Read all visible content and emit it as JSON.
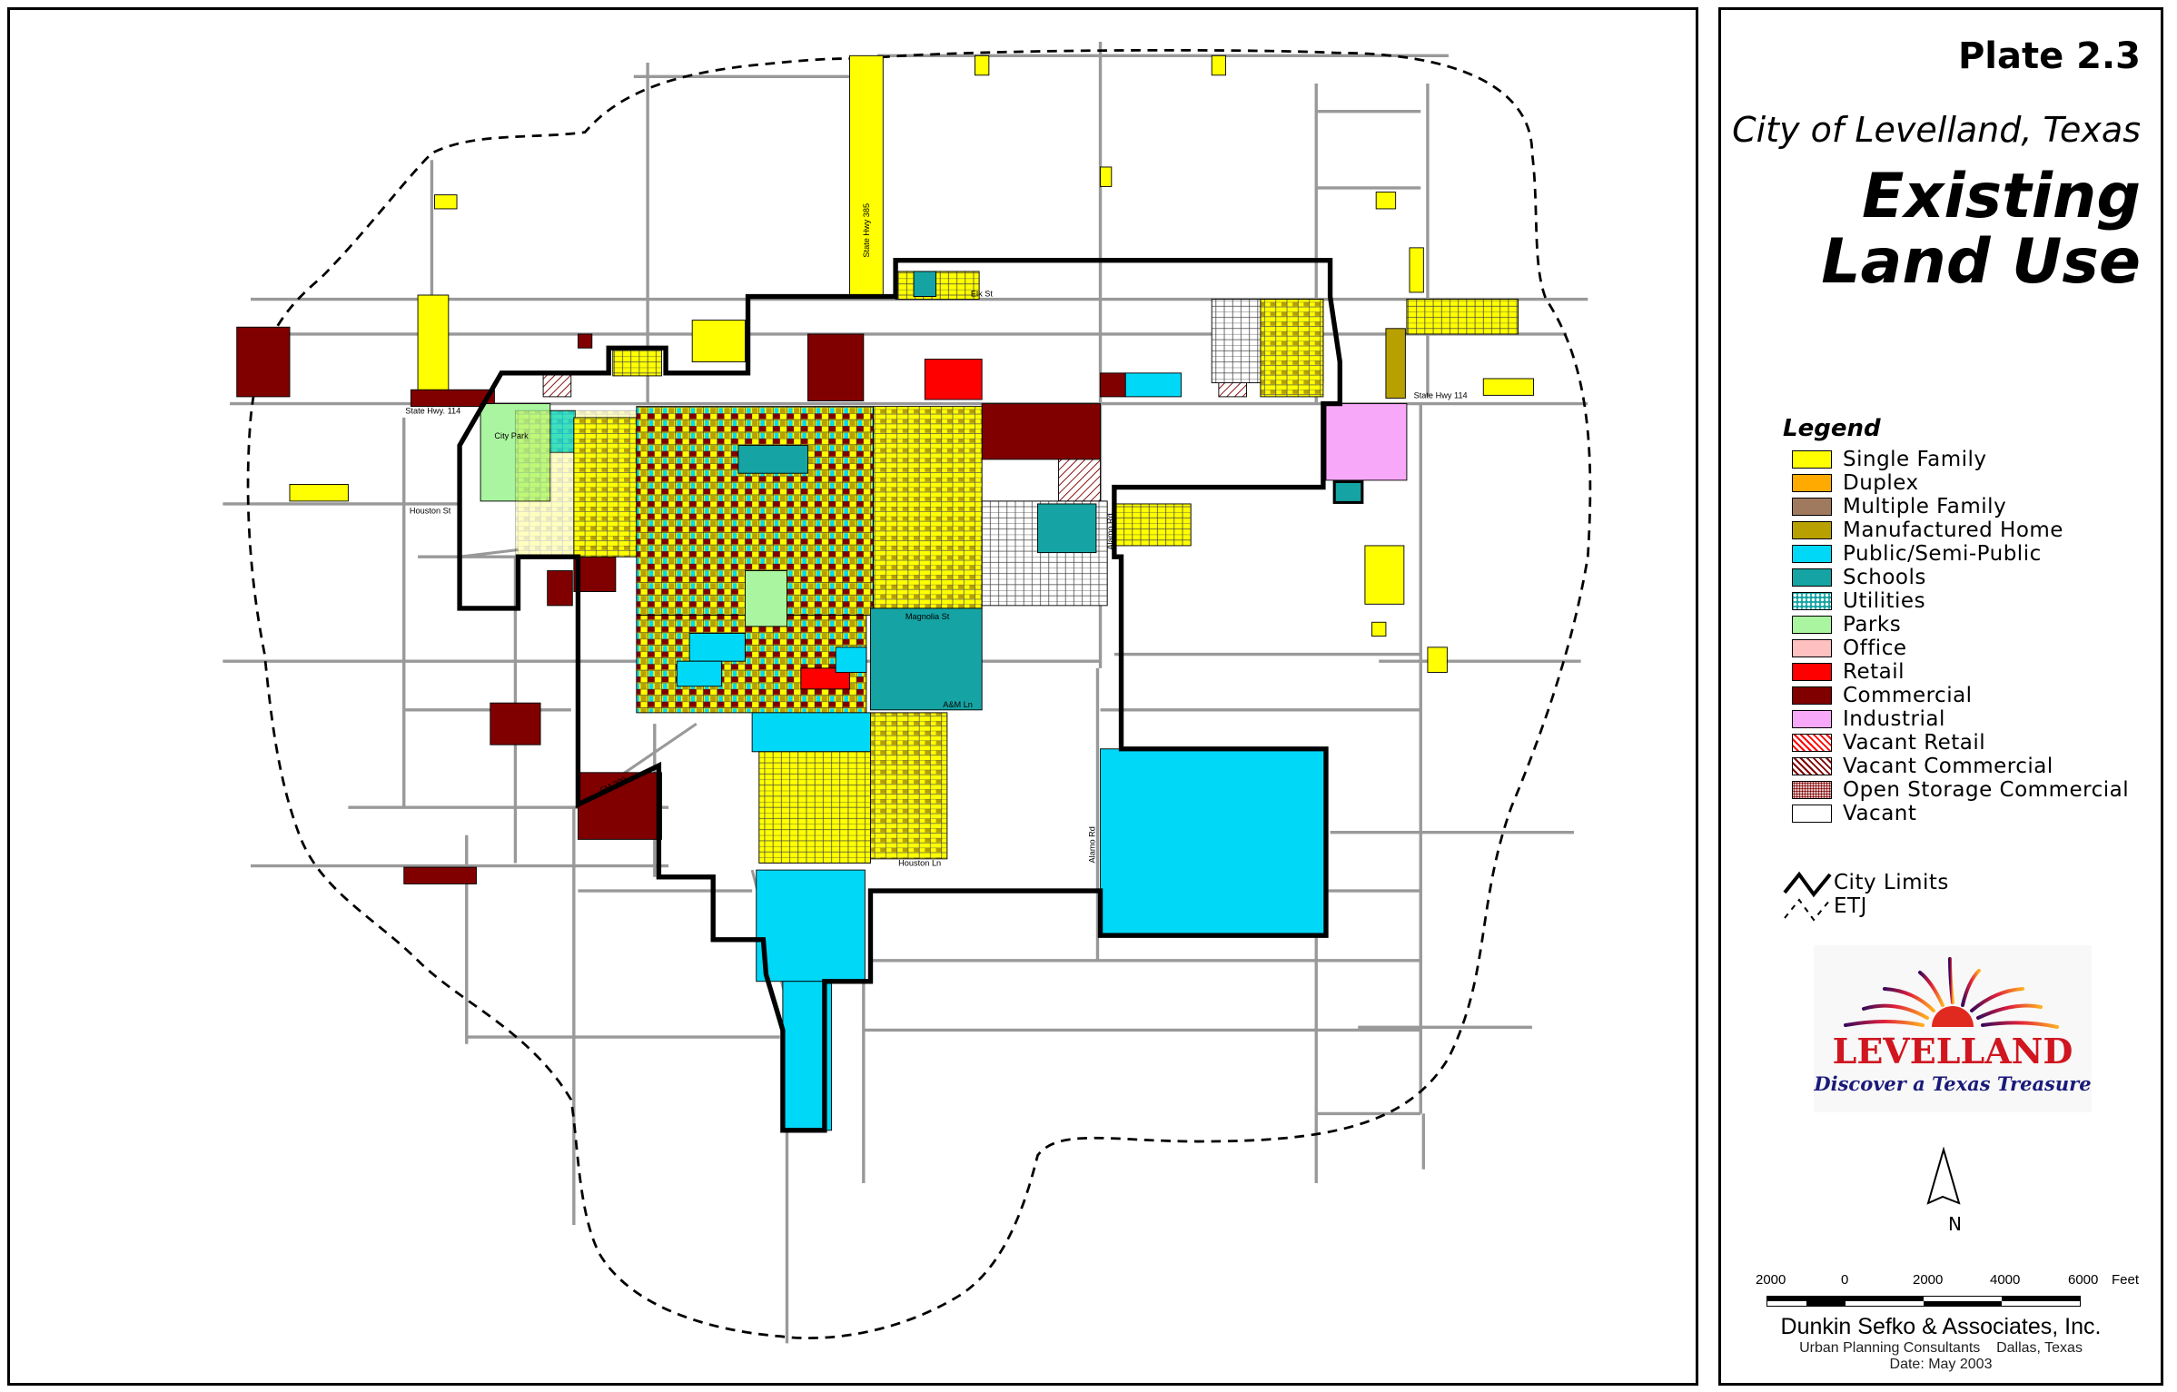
{
  "header": {
    "plate": "Plate 2.3",
    "city": "City of Levelland, Texas",
    "title_line1": "Existing",
    "title_line2": "Land Use"
  },
  "legend": {
    "title": "Legend",
    "items": [
      {
        "label": "Single Family",
        "color": "#ffff00"
      },
      {
        "label": "Duplex",
        "color": "#ffaa00"
      },
      {
        "label": "Multiple Family",
        "color": "#a07a5e"
      },
      {
        "label": "Manufactured Home",
        "color": "#b8a000"
      },
      {
        "label": "Public/Semi-Public",
        "color": "#00d8f8"
      },
      {
        "label": "Schools",
        "color": "#16a3a3"
      },
      {
        "label": "Utilities",
        "color": "#16a3a3",
        "pattern": "dots"
      },
      {
        "label": "Parks",
        "color": "#aaf5a0"
      },
      {
        "label": "Office",
        "color": "#ffc0c0"
      },
      {
        "label": "Retail",
        "color": "#ff0000"
      },
      {
        "label": "Commercial",
        "color": "#800000"
      },
      {
        "label": "Industrial",
        "color": "#f8a8f8"
      },
      {
        "label": "Vacant Retail",
        "color": "#ff0000",
        "pattern": "hatch"
      },
      {
        "label": "Vacant Commercial",
        "color": "#800000",
        "pattern": "hatch"
      },
      {
        "label": "Open Storage Commercial",
        "color": "#800000",
        "pattern": "stipple"
      },
      {
        "label": "Vacant",
        "color": "#ffffff"
      }
    ],
    "lines": [
      {
        "label": "City Limits"
      },
      {
        "label": "ETJ"
      }
    ]
  },
  "logo": {
    "name": "LEVELLAND",
    "tagline": "Discover a Texas Treasure"
  },
  "north_arrow": {
    "label": "N"
  },
  "scale_bar": {
    "ticks": [
      "2000",
      "0",
      "2000",
      "4000",
      "6000"
    ],
    "unit": "Feet"
  },
  "credits": {
    "firm": "Dunkin Sefko & Associates, Inc.",
    "subtitle": "Urban Planning Consultants    Dallas, Texas",
    "date": "Date: May 2003"
  },
  "map": {
    "street_labels": {
      "hwy114_west": "State Hwy. 114",
      "hwy114_east": "State Hwy 114",
      "hwy385": "State Hwy 385",
      "houston_st": "Houston St",
      "elk_st": "Elk St",
      "alamo_rd": "Alamo Rd",
      "alamo_rd_south": "Alamo Rd",
      "magnolia_st": "Magnolia St",
      "am_ln": "A&M Ln",
      "houston_ln": "Houston Ln",
      "fm300": "FM 300",
      "city_park": "City Park"
    }
  }
}
